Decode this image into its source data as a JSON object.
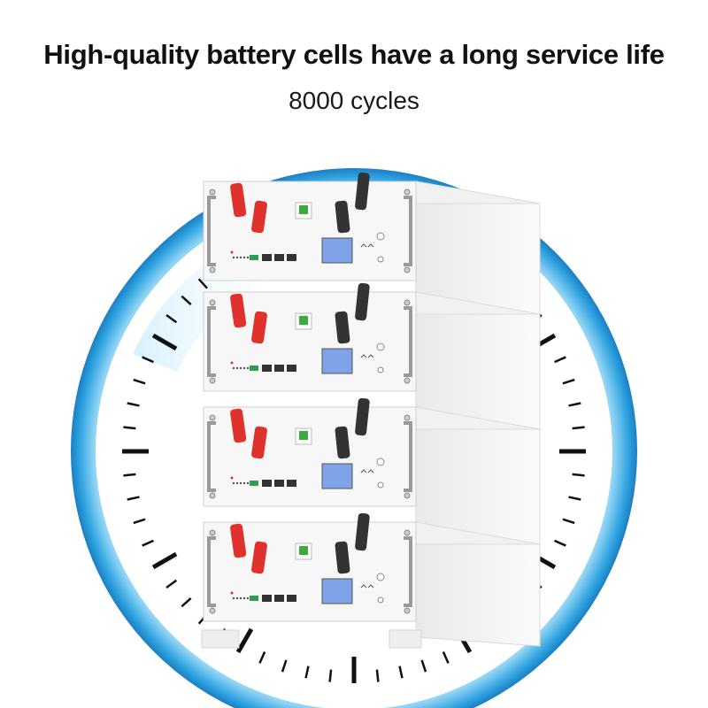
{
  "headline": "High-quality battery cells have a long service life",
  "subline": "8000 cycles",
  "colors": {
    "ring_outer": "#1b8fd6",
    "ring_glow": "#8fd3f4",
    "battery_body": "#f7f7f7",
    "terminal_positive": "#e0322d",
    "terminal_negative": "#333333",
    "display_screen": "#7fa3e8",
    "breaker_green": "#3caa3c"
  },
  "battery_modules": [
    {
      "name": "module-1"
    },
    {
      "name": "module-2"
    },
    {
      "name": "module-3"
    },
    {
      "name": "module-4"
    }
  ]
}
